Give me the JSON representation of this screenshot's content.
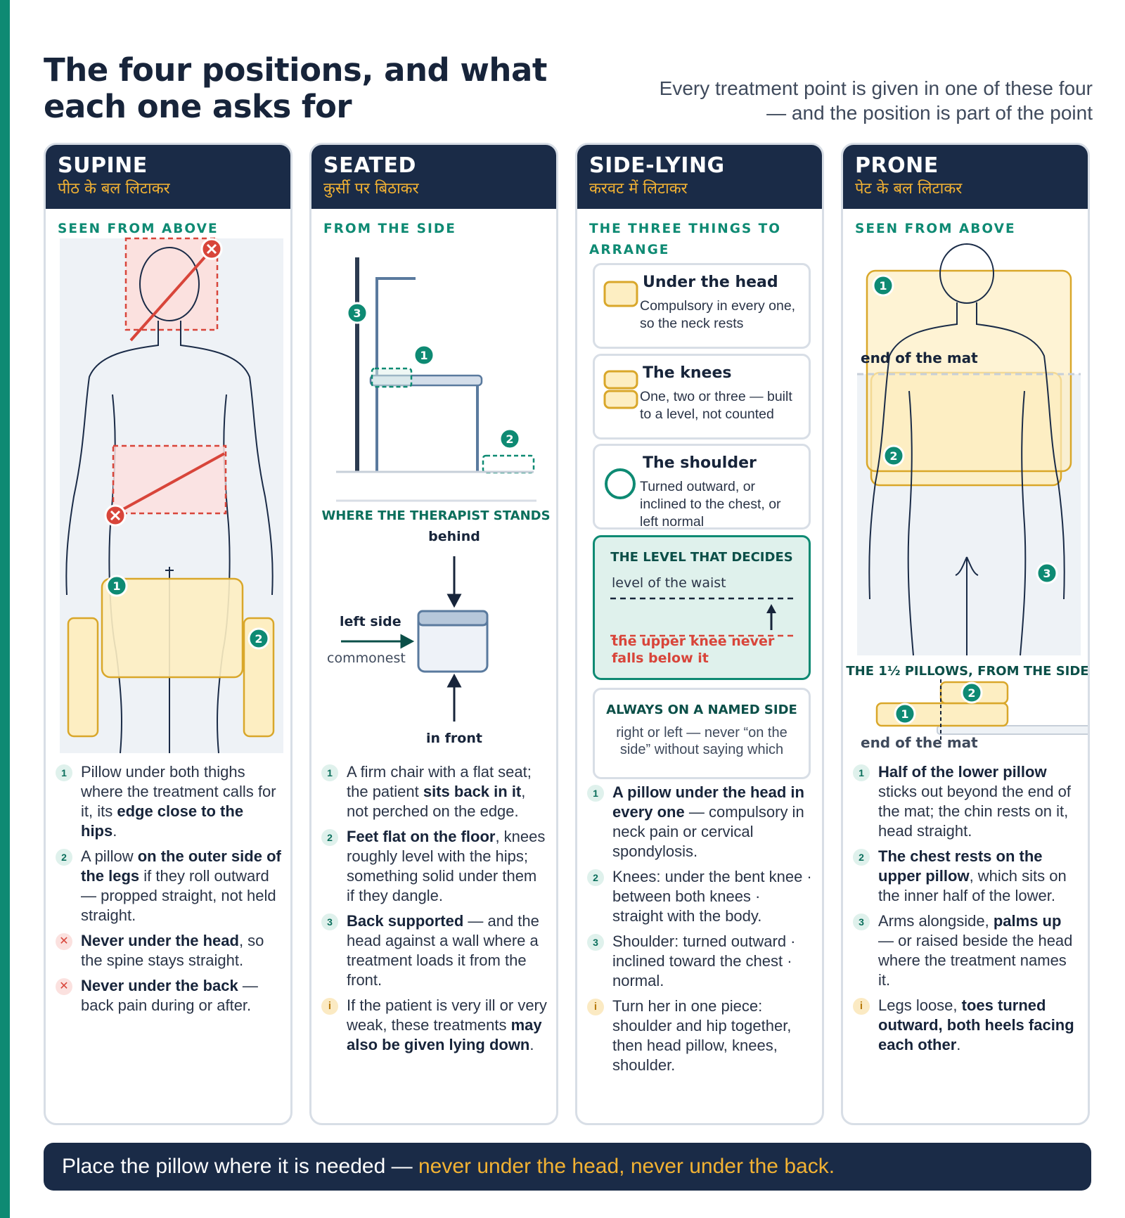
{
  "header": {
    "title": "The four positions, and what each one asks for",
    "subtitle": "Every treatment point is given in one of these four — and the position is part of the point"
  },
  "cards": {
    "supine": {
      "title": "SUPINE",
      "subtitle": "पीठ के बल लिटाकर",
      "kicker": "SEEN FROM ABOVE",
      "items": [
        {
          "badge": "1",
          "pre": "Pillow under both thighs where the treatment calls for it, its ",
          "bold": "edge close to the hips",
          "post": "."
        },
        {
          "badge": "2",
          "pre": "A pillow ",
          "bold": "on the outer side of the legs",
          "post": " if they roll outward — propped straight, not held straight."
        },
        {
          "badge": "✕",
          "pre": "",
          "bold": "Never under the head",
          "post": ", so the spine stays straight."
        },
        {
          "badge": "✕",
          "pre": "",
          "bold": "Never under the back",
          "post": " — back pain during or after."
        }
      ]
    },
    "seated": {
      "title": "SEATED",
      "subtitle": "कुर्सी पर बिठाकर",
      "kicker": "FROM THE SIDE",
      "stand_title": "WHERE THE THERAPIST STANDS",
      "behind": "behind",
      "left_side": "left side",
      "commonest": "commonest",
      "in_front": "in front",
      "items": [
        {
          "badge": "1",
          "pre": "A firm chair with a flat seat; the patient ",
          "bold": "sits back in it",
          "post": ", not perched on the edge."
        },
        {
          "badge": "2",
          "pre": "",
          "bold": "Feet flat on the floor",
          "post": ", knees roughly level with the hips; something solid under them if they dangle."
        },
        {
          "badge": "3",
          "pre": "",
          "bold": "Back supported",
          "post": " — and the head against a wall where a treatment loads it from the front."
        },
        {
          "badge": "i",
          "pre": "If the patient is very ill or very weak, these treatments ",
          "bold": "may also be given lying down",
          "post": "."
        }
      ]
    },
    "side": {
      "title": "SIDE-LYING",
      "subtitle": "करवट में लिटाकर",
      "kicker": "THE THREE THINGS TO ARRANGE",
      "boxes": [
        {
          "title": "Under the head",
          "desc": "Compulsory in every one, so the neck rests"
        },
        {
          "title": "The knees",
          "desc": "One, two or three — built to a level, not counted"
        },
        {
          "title": "The shoulder",
          "desc": "Turned outward, or inclined to the chest, or left normal"
        }
      ],
      "level": {
        "title": "THE LEVEL THAT DECIDES",
        "waist": "level of the waist",
        "knee": "the upper knee never falls below it"
      },
      "named": {
        "title": "ALWAYS ON A NAMED SIDE",
        "text": "right or left — never “on the side” without saying which"
      },
      "items": [
        {
          "badge": "1",
          "pre": "",
          "bold": "A pillow under the head in every one",
          "post": " — compulsory in neck pain or cervical spondylosis."
        },
        {
          "badge": "2",
          "pre": "Knees: under the bent knee · between both knees · straight with the body.",
          "bold": "",
          "post": ""
        },
        {
          "badge": "3",
          "pre": "Shoulder: turned outward · inclined toward the chest · normal.",
          "bold": "",
          "post": ""
        },
        {
          "badge": "i",
          "pre": "Turn her in one piece: shoulder and hip together, then head pillow, knees, shoulder.",
          "bold": "",
          "post": ""
        }
      ]
    },
    "prone": {
      "title": "PRONE",
      "subtitle": "पेट के बल लिटाकर",
      "kicker": "SEEN FROM ABOVE",
      "end_of_mat": "end of the mat",
      "pillows_title": "THE 1½ PILLOWS, FROM THE SIDE",
      "end_of_mat_2": "end of the mat",
      "items": [
        {
          "badge": "1",
          "pre": "",
          "bold": "Half of the lower pillow",
          "post": " sticks out beyond the end of the mat; the chin rests on it, head straight."
        },
        {
          "badge": "2",
          "pre": "",
          "bold": "The chest rests on the upper pillow",
          "post": ", which sits on the inner half of the lower."
        },
        {
          "badge": "3",
          "pre": "Arms alongside, ",
          "bold": "palms up",
          "post": " — or raised beside the head where the treatment names it."
        },
        {
          "badge": "i",
          "pre": "Legs loose, ",
          "bold": "toes turned outward, both heels facing each other",
          "post": "."
        }
      ]
    }
  },
  "footer": {
    "lead": "Place the pillow where it is needed — ",
    "highlight": "never under the head, never under the back."
  },
  "colors": {
    "navy": "#1a2b47",
    "teal": "#0e8a73",
    "amber": "#f2b233",
    "red": "#d8453a",
    "pillow": "#fdeec2"
  }
}
